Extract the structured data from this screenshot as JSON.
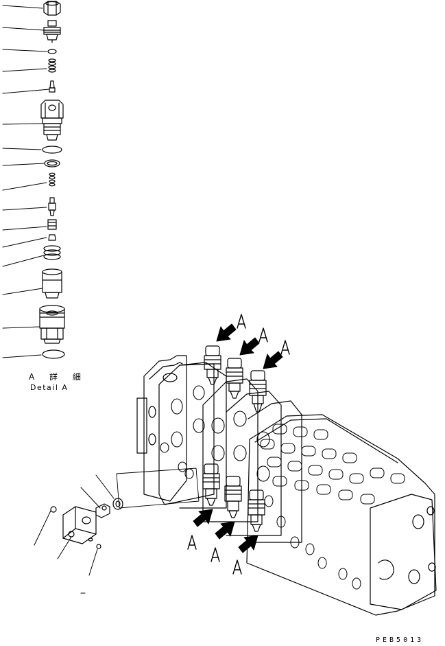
{
  "diagram": {
    "detail_label_jp": "A 詳 細",
    "detail_label_en": "Detail A",
    "view_letter": "A",
    "drawing_code": "PEB5013",
    "colors": {
      "line": "#000000",
      "background": "#ffffff"
    }
  }
}
